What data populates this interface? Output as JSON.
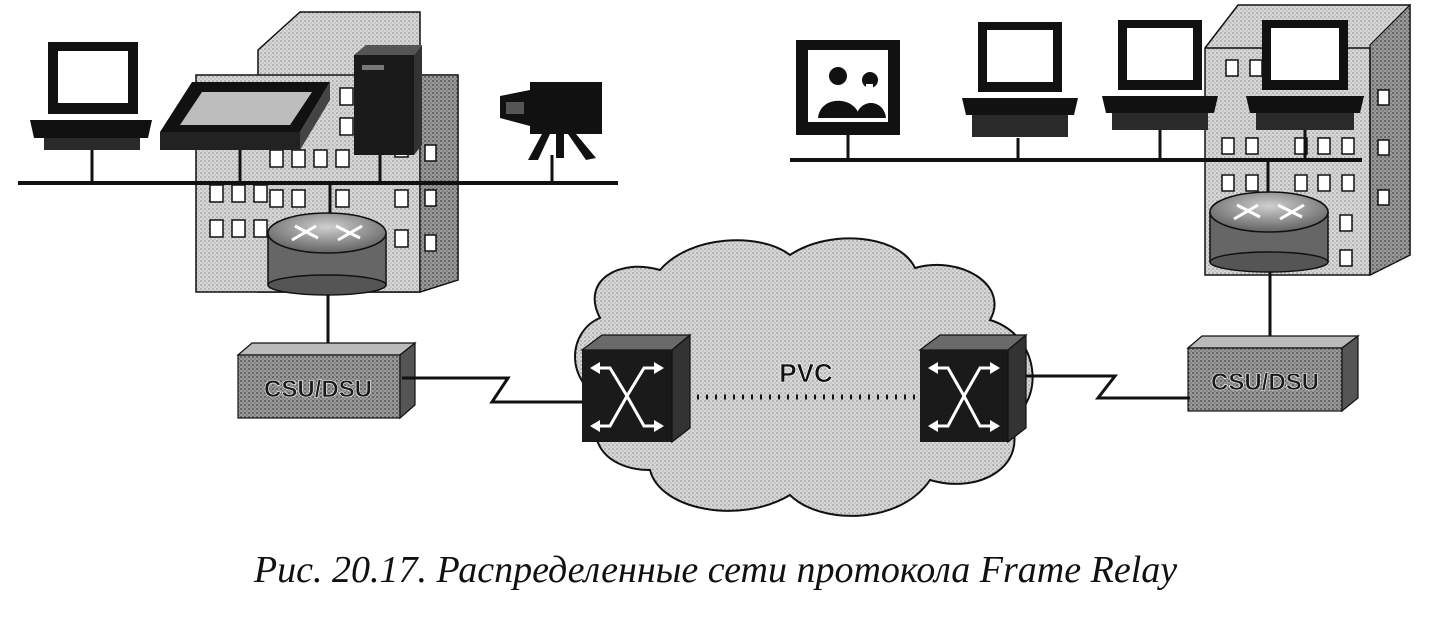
{
  "diagram": {
    "left_site": {
      "devices": [
        "computer-icon",
        "scanner-icon",
        "server-tower-icon",
        "video-camera-icon"
      ],
      "router": "router-icon",
      "csu_dsu_label": "CSU/DSU"
    },
    "right_site": {
      "devices": [
        "video-monitor-icon",
        "computer-icon",
        "computer-icon",
        "computer-icon"
      ],
      "router": "router-icon",
      "csu_dsu_label": "CSU/DSU"
    },
    "cloud": {
      "pvc_label": "PVC",
      "switches": [
        "frame-relay-switch-icon",
        "frame-relay-switch-icon"
      ]
    },
    "colors": {
      "ink": "#111111",
      "gray_fill": "#a8a8a8",
      "light_fill": "#dcdcdc",
      "cloud_fill": "#e2e2e2",
      "white": "#ffffff"
    }
  },
  "caption": "Рис. 20.17. Распределенные сети протокола Frame Relay"
}
